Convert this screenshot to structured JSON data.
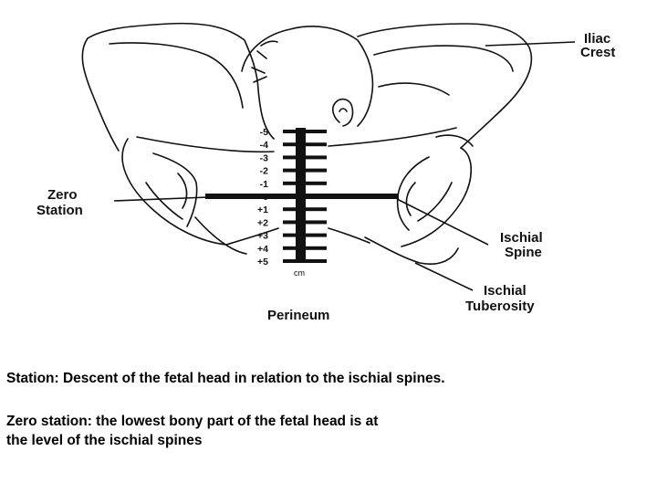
{
  "diagram": {
    "labels": {
      "iliac_crest_line1": "Iliac",
      "iliac_crest_line2": "Crest",
      "zero_station_line1": "Zero",
      "zero_station_line2": "Station",
      "ischial_spine_line1": "Ischial",
      "ischial_spine_line2": "Spine",
      "ischial_tuberosity_line1": "Ischial",
      "ischial_tuberosity_line2": "Tuberosity",
      "perineum": "Perineum",
      "unit": "cm"
    },
    "station_scale": [
      "-5",
      "-4",
      "-3",
      "-2",
      "-1",
      "0",
      "+1",
      "+2",
      "+3",
      "+4",
      "+5"
    ]
  },
  "captions": {
    "definition": "Station: Descent of the fetal head in relation to the ischial spines.",
    "zero_station_line1": "Zero station: the lowest bony part of the fetal head is at",
    "zero_station_line2": "the level of the ischial spines"
  }
}
